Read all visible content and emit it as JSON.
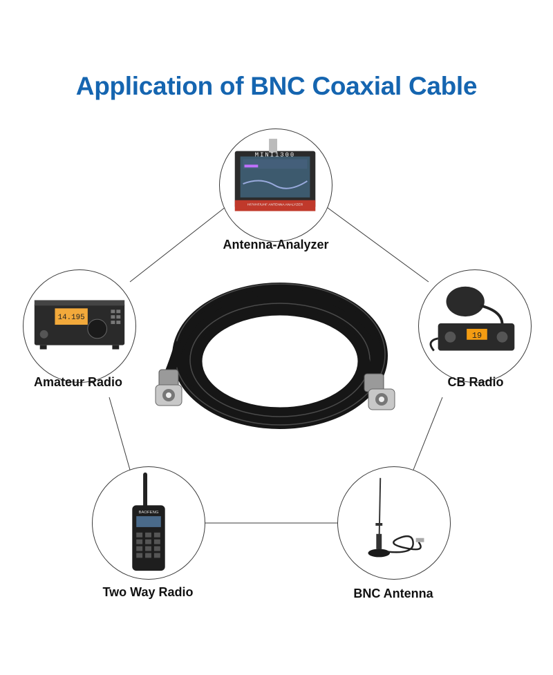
{
  "title": "Application of BNC Coaxial Cable",
  "colors": {
    "title": "#1565b0",
    "line": "#3a3a3a",
    "cable": "#111111"
  },
  "center": {
    "icon": "bnc-coax-cable-icon"
  },
  "nodes": [
    {
      "id": "antenna-analyzer",
      "label": "Antenna-Analyzer",
      "icon": "antenna-analyzer-icon",
      "device_text": "MINI1300",
      "device_subtext": "HF/VHF/UHF ANTENNA ANALYZER"
    },
    {
      "id": "amateur-radio",
      "label": "Amateur Radio",
      "icon": "amateur-radio-icon",
      "display": "14.195"
    },
    {
      "id": "cb-radio",
      "label": "CB Radio",
      "icon": "cb-radio-icon",
      "display": "19"
    },
    {
      "id": "two-way-radio",
      "label": "Two Way Radio",
      "icon": "handheld-radio-icon",
      "brand": "BAOFENG"
    },
    {
      "id": "bnc-antenna",
      "label": "BNC Antenna",
      "icon": "magnetic-antenna-icon"
    }
  ]
}
